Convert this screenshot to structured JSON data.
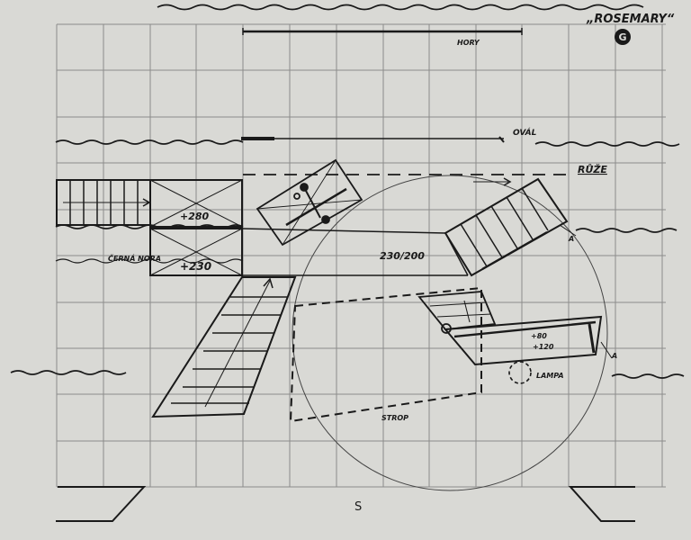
{
  "drawing": {
    "title": "„ROSEMARY“",
    "emblem": "G",
    "center_mark": "S",
    "ink_color": "#1a1a1a",
    "paper_color": "#dcdcd9",
    "grid_color": "#8c8c8a",
    "labels": {
      "top_level": "HORY",
      "oval": "OVÁL",
      "rose": "RŮŽE",
      "black_hole": "ČERNÁ NORA",
      "platform_upper_height": "+280",
      "platform_lower_height": "+230",
      "ramp_level": "230/200",
      "podium_height_upper": "+80",
      "podium_height_lower": "+120",
      "lamp": "LAMPA",
      "ceiling": "STROP",
      "arrow_mark_right": "A",
      "arrow_mark_lower_right": "A"
    }
  }
}
